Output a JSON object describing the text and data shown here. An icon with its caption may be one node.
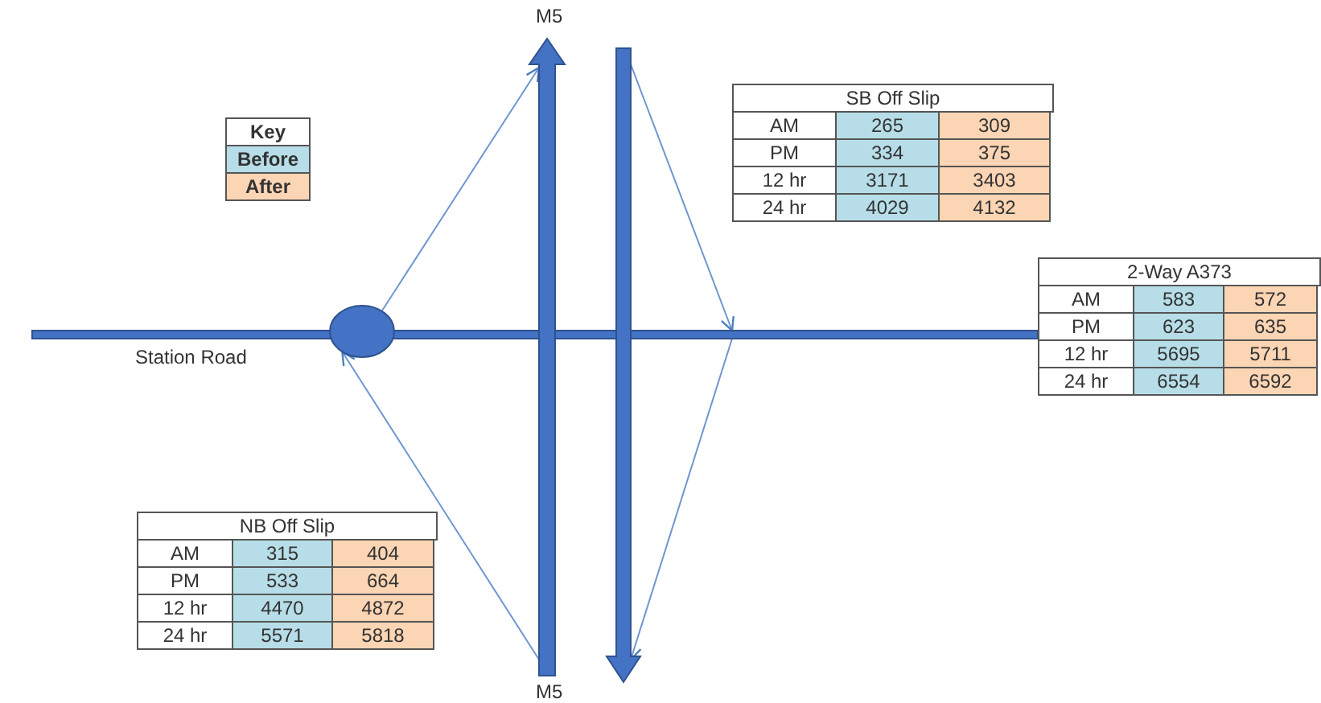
{
  "diagram": {
    "nodes": [
      {
        "text": [],
        "shape": "bar",
        "beside": [
          "Station Road"
        ]
      },
      {
        "text": [],
        "shape": "circle"
      },
      {
        "text": [],
        "shape": "bar"
      },
      {
        "text": [],
        "shape": "bar"
      }
    ],
    "edges": [
      {
        "from": 2,
        "to": 1,
        "arrow": "to"
      },
      {
        "from": 1,
        "to": 2,
        "arrow": "to"
      },
      {
        "from": 3,
        "to": 0,
        "arrow": "to"
      },
      {
        "from": 0,
        "to": 3,
        "arrow": "to"
      }
    ],
    "labels": [
      "M5",
      "Key",
      "SB Off Slip",
      "AM",
      "265",
      "309",
      "PM",
      "334",
      "375",
      "12 hr",
      "3171",
      "3403",
      "24 hr",
      "4029",
      "4132",
      "2-Way A373",
      "AM",
      "583",
      "572",
      "PM",
      "623",
      "635",
      "12 hr",
      "5695",
      "5711",
      "24 hr",
      "6554",
      "6592",
      "NB Off Slip",
      "AM",
      "315",
      "404",
      "PM",
      "533",
      "664",
      "12 hr",
      "4470",
      "4872",
      "24 hr",
      "5571",
      "5818",
      "M5"
    ],
    "legend": [
      {
        "text": "Before",
        "color": "#b7dee8"
      },
      {
        "text": "After",
        "color": "#fcd5b4"
      }
    ]
  }
}
